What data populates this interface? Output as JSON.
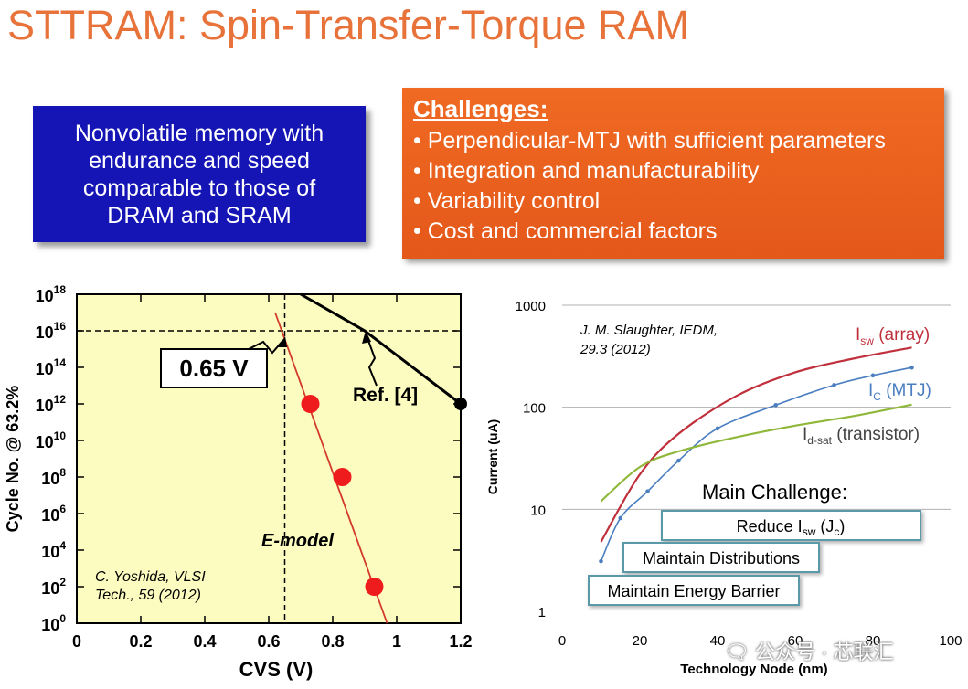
{
  "title": "STTRAM: Spin-Transfer-Torque RAM",
  "blue_box": "Nonvolatile memory with endurance and speed comparable to those of DRAM and SRAM",
  "challenges": {
    "heading": "Challenges:",
    "items": [
      "Perpendicular-MTJ with sufficient parameters",
      "Integration and manufacturability",
      "Variability control",
      "Cost and commercial factors"
    ]
  },
  "left_chart": {
    "xlabel": "CVS (V)",
    "ylabel": "Cycle No. @ 63.2%",
    "xticks": [
      "0",
      "0.2",
      "0.4",
      "0.6",
      "0.8",
      "1",
      "1.2"
    ],
    "ytick_exponents": [
      "18",
      "16",
      "14",
      "12",
      "10",
      "8",
      "6",
      "4",
      "2",
      "0"
    ],
    "ytick_base": "10",
    "callout": "0.65 V",
    "ref_label": "Ref. [4]",
    "model_label": "E-model",
    "citation_line1": "C. Yoshida, VLSI",
    "citation_line2": "Tech., 59 (2012)",
    "colors": {
      "background": "#fcfcc0",
      "model_line": "#d23a2a",
      "points": "#ee1c1c",
      "ref_line": "#000000"
    }
  },
  "right_chart": {
    "xlabel": "Technology Node (nm)",
    "ylabel": "Current (uA)",
    "xticks": [
      "0",
      "20",
      "40",
      "60",
      "80",
      "100"
    ],
    "yticks": [
      "1000",
      "100",
      "10",
      "1"
    ],
    "citation_line1": "J. M. Slaughter, IEDM,",
    "citation_line2": "29.3 (2012)",
    "isw_label": {
      "main": "I",
      "sub": "sw",
      "rest": " (array)"
    },
    "ic_label": {
      "main": "I",
      "sub": "C",
      "rest": " (MTJ)"
    },
    "idsat_label": {
      "main": "I",
      "sub": "d-sat",
      "rest": " (transistor)"
    },
    "main_challenge": "Main Challenge:",
    "box1": {
      "prefix": "Reduce I",
      "sub": "sw",
      "suffix": " (J",
      "sub2": "c",
      "end": ")"
    },
    "box2": "Maintain Distributions",
    "box3": "Maintain Energy Barrier",
    "colors": {
      "isw": "#c0303c",
      "ic": "#4a7ec0",
      "idsat": "#8fb83a"
    }
  },
  "chart_data": [
    {
      "type": "scatter",
      "xlabel": "CVS (V)",
      "ylabel": "Cycle No. @ 63.2%",
      "xlim": [
        0,
        1.2
      ],
      "ylim": [
        1,
        1e+18
      ],
      "yscale": "log",
      "series": [
        {
          "name": "E-model",
          "x": [
            0.62,
            0.97
          ],
          "y": [
            1e+17,
            1
          ]
        },
        {
          "x": [
            0.73,
            0.83,
            0.93
          ],
          "y": [
            1000000000000.0,
            100000000.0,
            100.0
          ]
        },
        {
          "name": "Ref. [4]",
          "x": [
            0.7,
            0.9,
            1.2
          ],
          "y": [
            1e+18,
            1e+16,
            1000000000000.0
          ]
        }
      ]
    },
    {
      "type": "line",
      "xlabel": "Technology Node (nm)",
      "ylabel": "Current (uA)",
      "xlim": [
        0,
        100
      ],
      "ylim": [
        1,
        1000
      ],
      "yscale": "log",
      "grid": true,
      "series": [
        {
          "name": "Isw (array)",
          "x": [
            10,
            20,
            30,
            45,
            60,
            75,
            90
          ],
          "y": [
            4.8,
            22,
            55,
            130,
            220,
            300,
            385
          ]
        },
        {
          "name": "IC (MTJ)",
          "x": [
            10,
            15,
            22,
            30,
            40,
            55,
            70,
            80,
            90
          ],
          "y": [
            3.1,
            8.2,
            15,
            30,
            62,
            105,
            165,
            205,
            245
          ]
        },
        {
          "name": "Id-sat (transistor)",
          "x": [
            10,
            20,
            30,
            45,
            60,
            75,
            90
          ],
          "y": [
            12,
            26,
            37,
            51,
            66,
            82,
            106
          ]
        }
      ]
    }
  ]
}
